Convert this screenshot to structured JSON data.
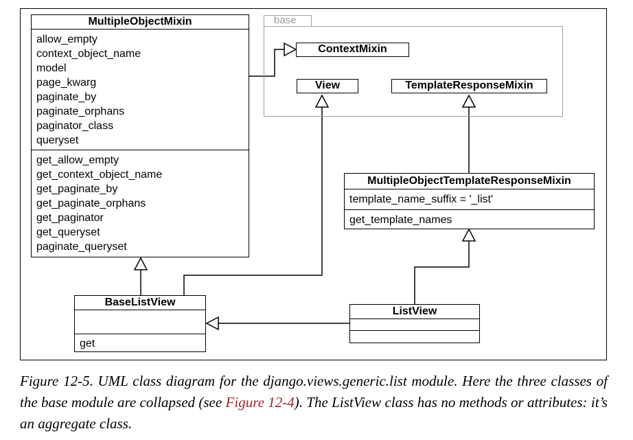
{
  "package": {
    "label": "base"
  },
  "classes": {
    "multiple_object_mixin": {
      "name": "MultipleObjectMixin",
      "attributes": [
        "allow_empty",
        "context_object_name",
        "model",
        "page_kwarg",
        "paginate_by",
        "paginate_orphans",
        "paginator_class",
        "queryset"
      ],
      "methods": [
        "get_allow_empty",
        "get_context_object_name",
        "get_paginate_by",
        "get_paginate_orphans",
        "get_paginator",
        "get_queryset",
        "paginate_queryset"
      ]
    },
    "context_mixin": {
      "name": "ContextMixin"
    },
    "view": {
      "name": "View"
    },
    "template_response_mixin": {
      "name": "TemplateResponseMixin"
    },
    "multiple_object_template_response_mixin": {
      "name": "MultipleObjectTemplateResponseMixin",
      "attributes": [
        "template_name_suffix = '_list'"
      ],
      "methods": [
        "get_template_names"
      ]
    },
    "base_list_view": {
      "name": "BaseListView",
      "attributes": [],
      "methods": [
        "get"
      ]
    },
    "list_view": {
      "name": "ListView",
      "attributes": [],
      "methods": []
    }
  },
  "relationships": [
    {
      "from": "MultipleObjectMixin",
      "to": "ContextMixin",
      "type": "generalization"
    },
    {
      "from": "BaseListView",
      "to": "MultipleObjectMixin",
      "type": "generalization"
    },
    {
      "from": "BaseListView",
      "to": "View",
      "type": "generalization"
    },
    {
      "from": "MultipleObjectTemplateResponseMixin",
      "to": "TemplateResponseMixin",
      "type": "generalization"
    },
    {
      "from": "ListView",
      "to": "MultipleObjectTemplateResponseMixin",
      "type": "generalization"
    },
    {
      "from": "ListView",
      "to": "BaseListView",
      "type": "generalization"
    }
  ],
  "caption": {
    "part1": "Figure 12-5. UML class diagram for the django.views.generic.list module. Here the three classes of the base module are collapsed (see ",
    "ref": "Figure 12-4",
    "part2": "). The ListView class has no methods or attributes: it’s an aggregate class."
  }
}
